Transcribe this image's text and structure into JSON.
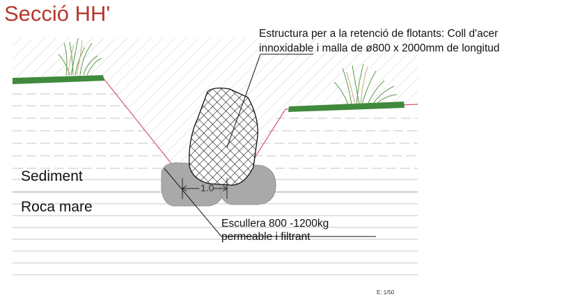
{
  "title": "Secció HH'",
  "labels": {
    "sediment": "Sediment",
    "roca_mare": "Roca mare",
    "structure_line1": "Estructura per a la retenció de flotants: Coll d'acer",
    "structure_line2": "innoxidable i  malla de ø800 x 2000mm de longitud",
    "escullera_line1": "Escullera 800 -1200kg",
    "escullera_line2": "permeable i filtrant",
    "dimension": "1.0",
    "scale": "E: 1/50"
  },
  "colors": {
    "title": "#b5372c",
    "slope_line": "#d45a6a",
    "grass": "#3f8a3c",
    "rock": "#a9a9a9",
    "hatch": "#cfcfcf",
    "strata": "#c4c4c4"
  }
}
